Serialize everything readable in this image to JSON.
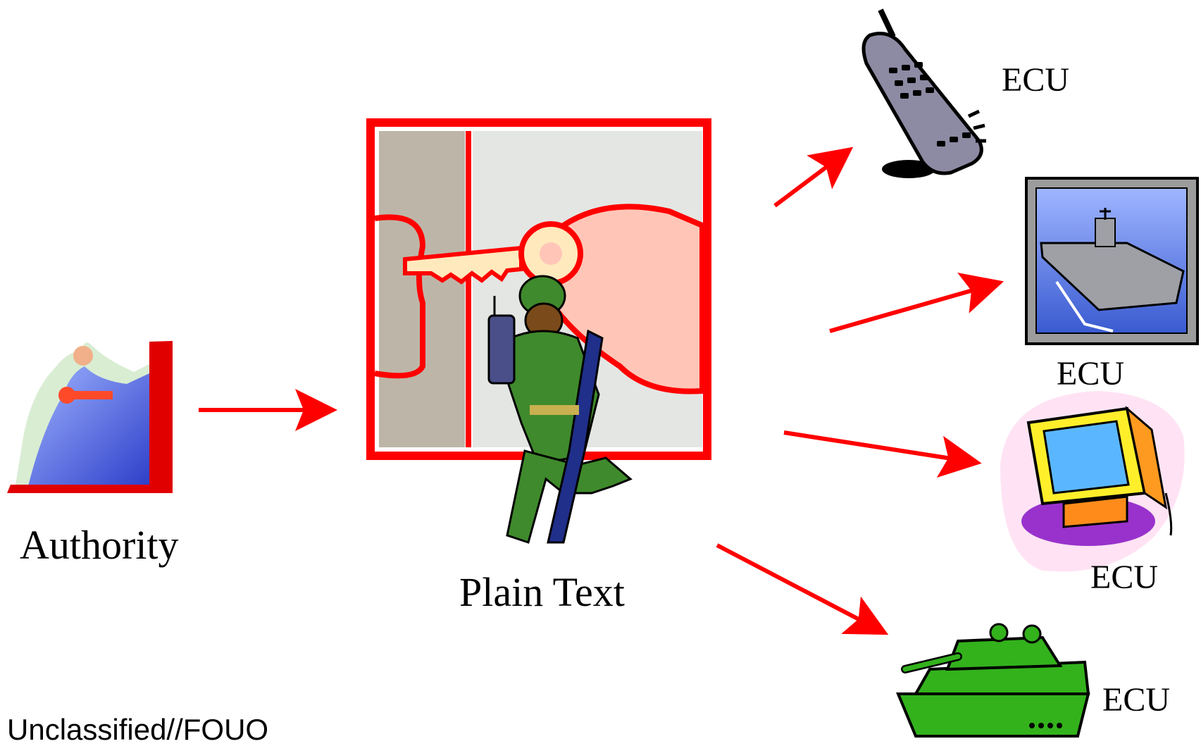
{
  "labels": {
    "authority": "Authority",
    "plain_text": "Plain Text",
    "ecu_phone": "ECU",
    "ecu_ship": "ECU",
    "ecu_computer": "ECU",
    "ecu_tank": "ECU",
    "classification": "Unclassified//FOUO"
  },
  "colors": {
    "arrow": "#ff0000",
    "frame": "#ff0000"
  }
}
